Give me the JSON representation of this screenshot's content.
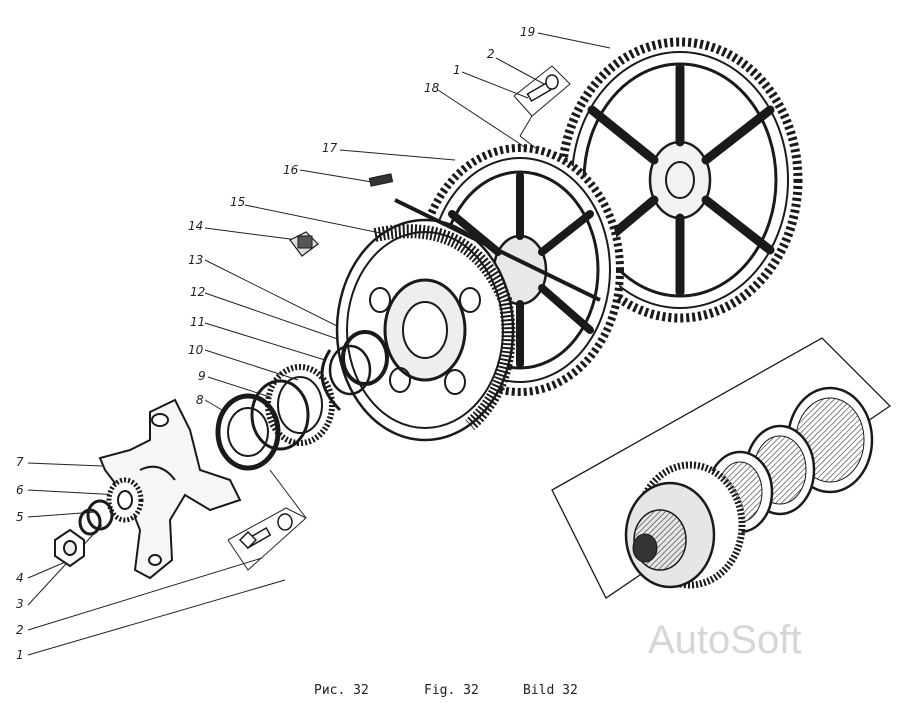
{
  "callouts": {
    "n1_top": "1",
    "n2_top": "2",
    "n18": "18",
    "n19": "19",
    "n17": "17",
    "n16": "16",
    "n15": "15",
    "n14": "14",
    "n13": "13",
    "n12": "12",
    "n11": "11",
    "n10": "10",
    "n9": "9",
    "n8": "8",
    "n7": "7",
    "n6": "6",
    "n5": "5",
    "n4": "4",
    "n3": "3",
    "n2_bottom": "2",
    "n1_bottom": "1"
  },
  "caption": {
    "ru": "Рис. 32",
    "en": "Fig. 32",
    "de": "Bild 32"
  },
  "watermark": "AutoSoft"
}
